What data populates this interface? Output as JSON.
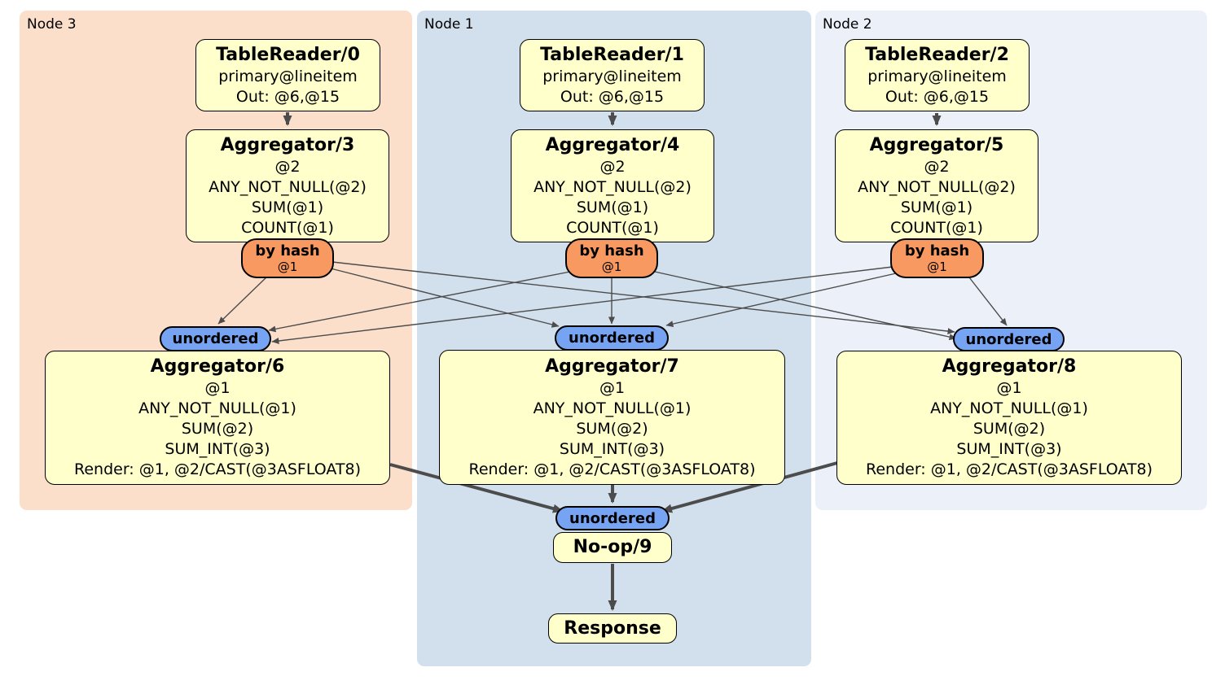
{
  "regions": [
    {
      "label": "Node 3",
      "bg": "#fbdfcb"
    },
    {
      "label": "Node 1",
      "bg": "#d2dfec"
    },
    {
      "label": "Node 2",
      "bg": "#ecf0f8"
    }
  ],
  "columns": [
    {
      "region": "Node 3",
      "reader": {
        "title": "TableReader/0",
        "lines": [
          "primary@lineitem",
          "Out: @6,@15"
        ]
      },
      "agg_top": {
        "title": "Aggregator/3",
        "lines": [
          "@2",
          "ANY_NOT_NULL(@2)",
          "SUM(@1)",
          "COUNT(@1)"
        ]
      },
      "router": {
        "label": "by hash",
        "sublabel": "@1"
      },
      "sync": {
        "label": "unordered"
      },
      "agg_bottom": {
        "title": "Aggregator/6",
        "lines": [
          "@1",
          "ANY_NOT_NULL(@1)",
          "SUM(@2)",
          "SUM_INT(@3)",
          "Render: @1, @2/CAST(@3ASFLOAT8)"
        ]
      }
    },
    {
      "region": "Node 1",
      "reader": {
        "title": "TableReader/1",
        "lines": [
          "primary@lineitem",
          "Out: @6,@15"
        ]
      },
      "agg_top": {
        "title": "Aggregator/4",
        "lines": [
          "@2",
          "ANY_NOT_NULL(@2)",
          "SUM(@1)",
          "COUNT(@1)"
        ]
      },
      "router": {
        "label": "by hash",
        "sublabel": "@1"
      },
      "sync": {
        "label": "unordered"
      },
      "agg_bottom": {
        "title": "Aggregator/7",
        "lines": [
          "@1",
          "ANY_NOT_NULL(@1)",
          "SUM(@2)",
          "SUM_INT(@3)",
          "Render: @1, @2/CAST(@3ASFLOAT8)"
        ]
      }
    },
    {
      "region": "Node 2",
      "reader": {
        "title": "TableReader/2",
        "lines": [
          "primary@lineitem",
          "Out: @6,@15"
        ]
      },
      "agg_top": {
        "title": "Aggregator/5",
        "lines": [
          "@2",
          "ANY_NOT_NULL(@2)",
          "SUM(@1)",
          "COUNT(@1)"
        ]
      },
      "router": {
        "label": "by hash",
        "sublabel": "@1"
      },
      "sync": {
        "label": "unordered"
      },
      "agg_bottom": {
        "title": "Aggregator/8",
        "lines": [
          "@1",
          "ANY_NOT_NULL(@1)",
          "SUM(@2)",
          "SUM_INT(@3)",
          "Render: @1, @2/CAST(@3ASFLOAT8)"
        ]
      }
    }
  ],
  "output": {
    "sync_label": "unordered",
    "noop_title": "No-op/9",
    "response_title": "Response"
  },
  "colors": {
    "node3_bg": "#fbdfcb",
    "node1_bg": "#d2dfec",
    "node2_bg": "#ecf0f8",
    "processor_bg": "#ffffcc",
    "router_bg": "#f79961",
    "sync_bg": "#77a4f2",
    "edge": "#4c4c4c"
  }
}
